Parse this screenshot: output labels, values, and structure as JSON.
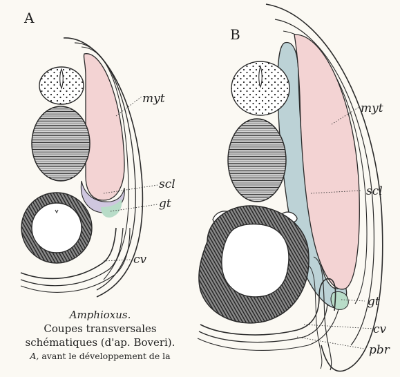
{
  "figure": {
    "panel_a": "A",
    "panel_b": "B"
  },
  "labels_a": {
    "myt": "myt",
    "scl": "scl",
    "gt": "gt",
    "cv": "cv"
  },
  "labels_b": {
    "myt": "myt",
    "scl": "scl",
    "gt": "gt",
    "cv": "cv",
    "pbr": "pbr"
  },
  "caption": {
    "genus": "Amphioxus.",
    "line1": "Coupes transversales",
    "line2": "schématiques (d'ap. Boveri).",
    "line3_letter": "A,",
    "line3_text": " avant le développement de la"
  },
  "colors": {
    "myotome": "#f3d3d3",
    "sclerotome": "#bcd2d6",
    "gonad": "#b8dcc8",
    "ink": "#2a2a2a",
    "paper": "#fbf9f3"
  }
}
